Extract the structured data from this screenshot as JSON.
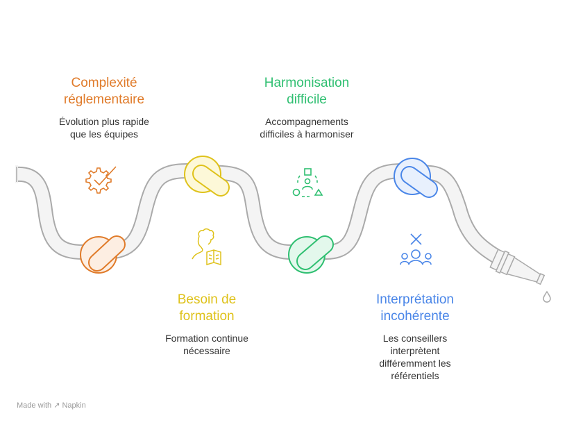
{
  "colors": {
    "orange": "#e07b2a",
    "yellow": "#dfc21b",
    "green": "#2fbf71",
    "blue": "#4a86e8",
    "hose": "#aaaaaa"
  },
  "items": [
    {
      "title_line1": "Complexité",
      "title_line2": "réglementaire",
      "desc_line1": "Évolution plus rapide",
      "desc_line2": "que les équipes",
      "icon": "gear-check-icon"
    },
    {
      "title_line1": "Besoin de",
      "title_line2": "formation",
      "desc_line1": "Formation continue",
      "desc_line2": "nécessaire",
      "icon": "person-reading-book-icon"
    },
    {
      "title_line1": "Harmonisation",
      "title_line2": "difficile",
      "desc_line1": "Accompagnements",
      "desc_line2": "difficiles à harmoniser",
      "icon": "people-shapes-cycle-icon"
    },
    {
      "title_line1": "Interprétation",
      "title_line2": "incohérente",
      "desc_line1": "Les conseillers",
      "desc_line2": "interprètent",
      "desc_line3": "différemment les",
      "desc_line4": "référentiels",
      "icon": "group-x-icon"
    }
  ],
  "footer": {
    "made_with": "Made with",
    "brand": "Napkin"
  }
}
